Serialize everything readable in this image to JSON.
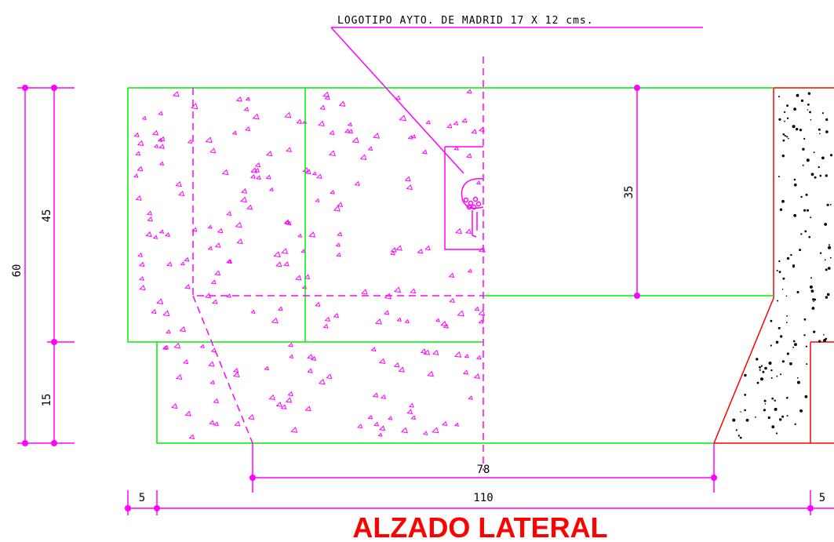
{
  "annotation": {
    "logo_note": "LOGOTIPO AYTO. DE MADRID 17 X 12 cms."
  },
  "dimensions": {
    "total_height": "60",
    "upper_height": "45",
    "lower_height": "15",
    "opening_height": "35",
    "inner_width": "78",
    "total_width": "110",
    "left_offset": "5",
    "right_offset": "5"
  },
  "title": "ALZADO LATERAL",
  "colors": {
    "dimension": "#ff00ff",
    "outline": "#00ee00",
    "section": "#ff0000",
    "title": "#ff0000"
  }
}
